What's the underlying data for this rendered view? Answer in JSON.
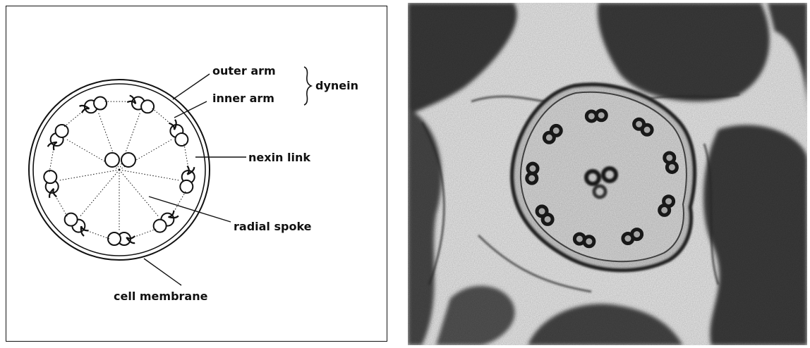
{
  "diagram": {
    "labels": {
      "outer_arm": "outer arm",
      "inner_arm": "inner arm",
      "dynein": "dynein",
      "nexin_link": "nexin link",
      "radial_spoke": "radial spoke",
      "cell_membrane": "cell membrane"
    }
  },
  "micrograph": {
    "subject": "axoneme cross-section electron micrograph"
  },
  "colors": {
    "ink": "#111111",
    "micrograph_dark": "#2b2b2b",
    "micrograph_mid": "#7a7a7a",
    "micrograph_light": "#efefef"
  }
}
